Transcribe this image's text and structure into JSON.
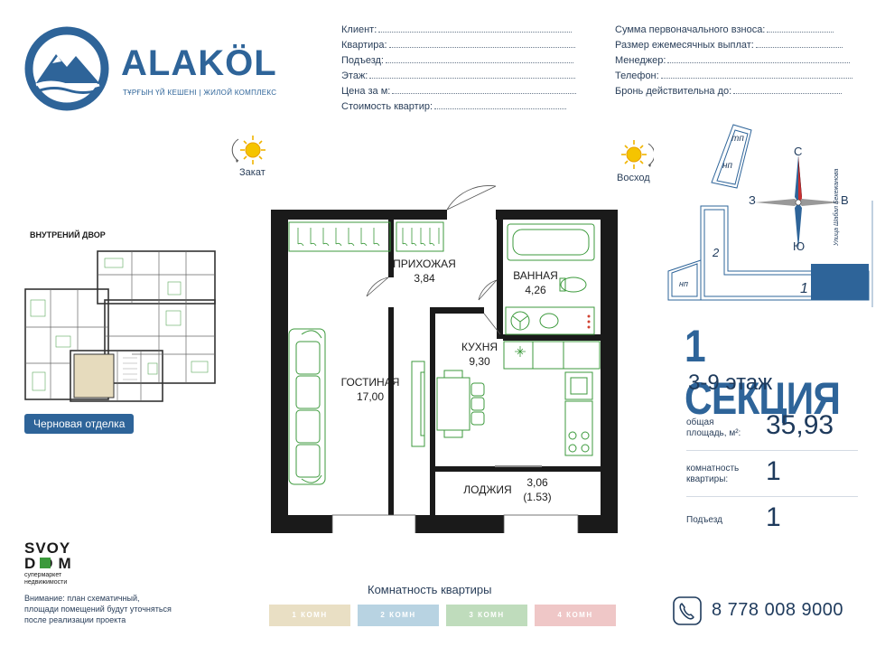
{
  "brand": {
    "name": "ALAKÖL",
    "subtitle": "ТҰРҒЫН ҮЙ КЕШЕНІ | ЖИЛОЙ КОМПЛЕКС"
  },
  "form_left": [
    "Клиент:",
    "Квартира:",
    "Подъезд:",
    "Этаж:",
    "Цена за м:",
    "Стоимость квартир:"
  ],
  "form_right": [
    "Сумма первоначального взноса:",
    "Размер ежемесячных выплат:",
    "Менеджер:",
    "Телефон:",
    "Бронь действительна до:"
  ],
  "sun": {
    "sunset": "Закат",
    "sunrise": "Восход"
  },
  "courtyard_label": "ВНУТРЕНИЙ ДВОР",
  "finish_badge": "Черновая отделка",
  "rooms": {
    "hall": {
      "name": "ПРИХОЖАЯ",
      "area": "3,84"
    },
    "bath": {
      "name": "ВАННАЯ",
      "area": "4,26"
    },
    "kitchen": {
      "name": "КУХНЯ",
      "area": "9,30"
    },
    "living": {
      "name": "ГОСТИНАЯ",
      "area": "17,00"
    },
    "loggia": {
      "name": "ЛОДЖИЯ",
      "area": "3,06",
      "area_reduced": "(1.53)"
    }
  },
  "compass": {
    "n": "С",
    "s": "Ю",
    "w": "З",
    "e": "В"
  },
  "siteplan": {
    "tp": "тп",
    "np1": "нп",
    "np2": "нп",
    "section2": "2",
    "section1": "1",
    "street": "Улица Шабал Бекежанова"
  },
  "section": {
    "title": "1 СЕКЦИЯ",
    "floors": "3-9 этаж"
  },
  "stats": [
    {
      "label": "общая площадь, м²:",
      "value": "35,93"
    },
    {
      "label": "комнатность квартиры:",
      "value": "1"
    },
    {
      "label": "Подъезд",
      "value": "1"
    }
  ],
  "legend": {
    "title": "Комнатность квартиры",
    "items": [
      {
        "label": "1 КОМН",
        "color": "#e9dfc4"
      },
      {
        "label": "2 КОМН",
        "color": "#b8d3e2"
      },
      {
        "label": "3 КОМН",
        "color": "#bfdcbc"
      },
      {
        "label": "4 КОМН",
        "color": "#efc7c7"
      }
    ]
  },
  "svoy_dom": {
    "line1": "SVOY",
    "line2": "DOM",
    "sub1": "супермаркет",
    "sub2": "недвижимости"
  },
  "note": [
    "Внимание: план схематичный,",
    "площади помещений будут уточняться",
    "после реализации проекта"
  ],
  "phone": "8 778 008 9000",
  "colors": {
    "brand_blue": "#2e6499",
    "furniture_green": "#3c9a3c",
    "wall": "#1a1a1a"
  }
}
